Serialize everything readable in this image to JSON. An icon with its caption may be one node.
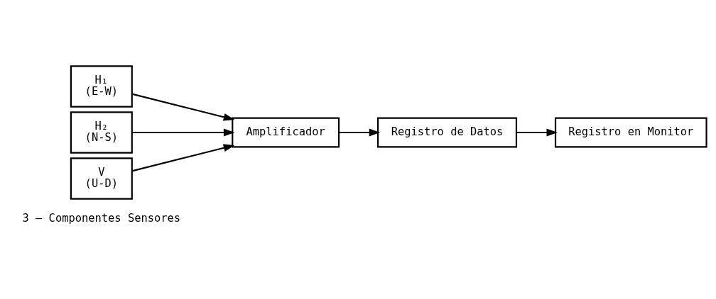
{
  "diagram": {
    "nodes": [
      {
        "text": [
          "H₁",
          "(E-W)"
        ]
      },
      {
        "text": [
          "H₂",
          "(N-S)"
        ]
      },
      {
        "text": [
          "V",
          "(U-D)"
        ]
      },
      {
        "text": [
          "Amplificador"
        ]
      },
      {
        "text": [
          "Registro de Datos"
        ]
      },
      {
        "text": [
          "Registro en Monitor"
        ]
      }
    ],
    "edges": [
      {
        "from": 0,
        "to": 3,
        "arrow": "to"
      },
      {
        "from": 1,
        "to": 3,
        "arrow": "to"
      },
      {
        "from": 2,
        "to": 3,
        "arrow": "to"
      },
      {
        "from": 3,
        "to": 4,
        "arrow": "to"
      },
      {
        "from": 4,
        "to": 5,
        "arrow": "to"
      }
    ],
    "labels": [
      "3 — Componentes Sensores"
    ]
  }
}
